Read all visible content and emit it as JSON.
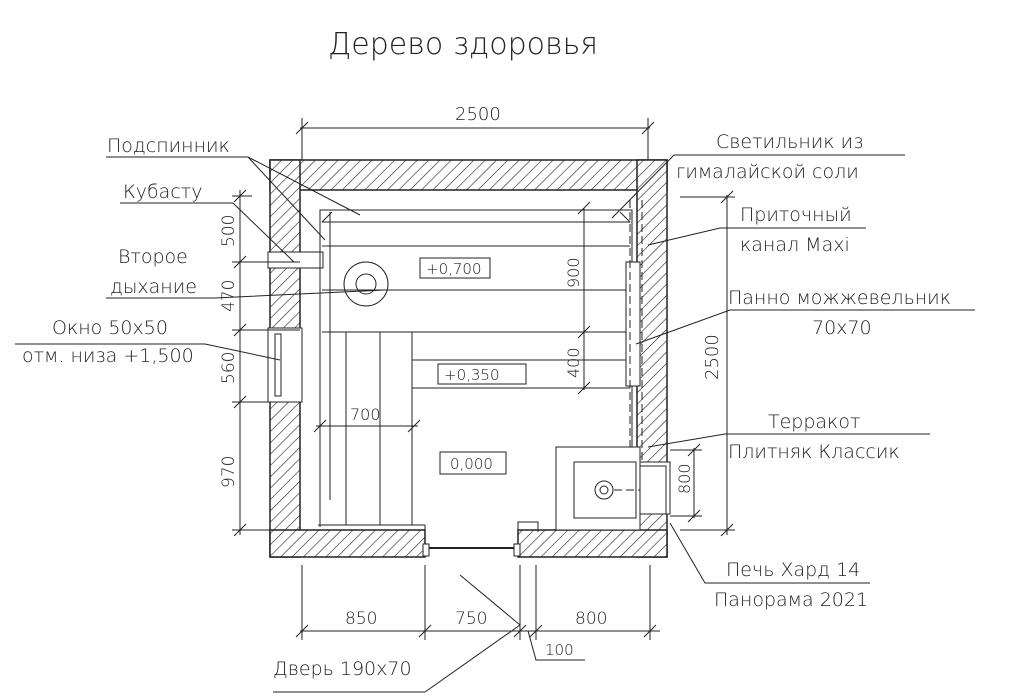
{
  "title": "Дерево здоровья",
  "dimensions": {
    "top": "2500",
    "right": "2500",
    "left": [
      "500",
      "470",
      "560",
      "970"
    ],
    "bottom": [
      "850",
      "750",
      "800",
      "100"
    ],
    "bench_width": "700",
    "upper_900": "900",
    "upper_400": "400",
    "stove_800": "800"
  },
  "levels": [
    "+0,700",
    "+0,350",
    "0,000"
  ],
  "labels": {
    "podspinnik": "Подспинник",
    "kubastu": "Кубасту",
    "vtoroe_1": "Второе",
    "vtoroe_2": "дыхание",
    "okno_1": "Окно 50х50",
    "okno_2": "отм. низа +1,500",
    "svet_1": "Светильник из",
    "svet_2": "гималайской соли",
    "pritok_1": "Приточный",
    "pritok_2": "канал Maxi",
    "panno_1": "Панно можжевельник",
    "panno_2": "70х70",
    "terrakot_1": "Терракот",
    "terrakot_2": "Плитняк Классик",
    "pech_1": "Печь Хард 14",
    "pech_2": "Панорама 2021",
    "dver": "Дверь 190х70"
  }
}
